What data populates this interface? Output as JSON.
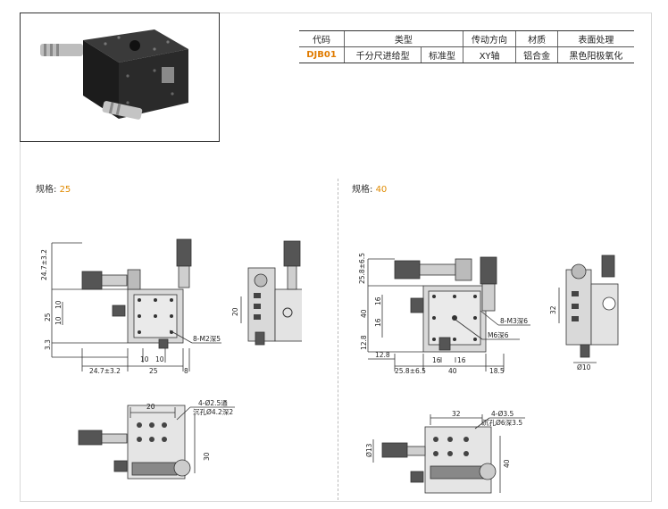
{
  "table": {
    "headers": [
      "代码",
      "类型",
      "传动方向",
      "材质",
      "表面处理"
    ],
    "row": {
      "code": "DJB01",
      "type_a": "千分尺进给型",
      "type_b": "标准型",
      "direction": "XY轴",
      "material": "铝合金",
      "finish": "黑色阳极氧化"
    }
  },
  "spec_left": {
    "label": "规格:",
    "value": "25"
  },
  "spec_right": {
    "label": "规格:",
    "value": "40"
  },
  "left": {
    "dim_24_7": "24.7±3.2",
    "dim_25_v": "25",
    "dim_10a": "10",
    "dim_10b": "10",
    "dim_3_3": "3.3",
    "dim_10c": "10",
    "dim_10d": "10",
    "dim_bottom_24_7": "24.7±3.2",
    "dim_bottom_25": "25",
    "dim_bottom_8": "8",
    "callout_m2": "8-M2深5",
    "side_20": "20",
    "top_20": "20",
    "callout_hole": "4-Ø2.5通",
    "callout_counter": "沉孔Ø4.2深2",
    "top_30": "30"
  },
  "right": {
    "dim_25_8_v": "25.8±6.5",
    "dim_16a": "16",
    "dim_40_v": "40",
    "dim_16b": "16",
    "dim_12_8_v": "12.8",
    "dim_12_8_h": "12.8",
    "dim_16c": "16",
    "dim_16d": "16",
    "dim_bottom_25_8": "25.8±6.5",
    "dim_bottom_40": "40",
    "dim_bottom_18_5": "18.5",
    "callout_m3": "8-M3深6",
    "callout_m6": "M6深6",
    "side_32": "32",
    "side_10": "Ø10",
    "top_32": "32",
    "callout_hole": "4-Ø3.5",
    "callout_counter": "沉孔Ø6深3.5",
    "top_13": "Ø13",
    "top_40": "40"
  }
}
